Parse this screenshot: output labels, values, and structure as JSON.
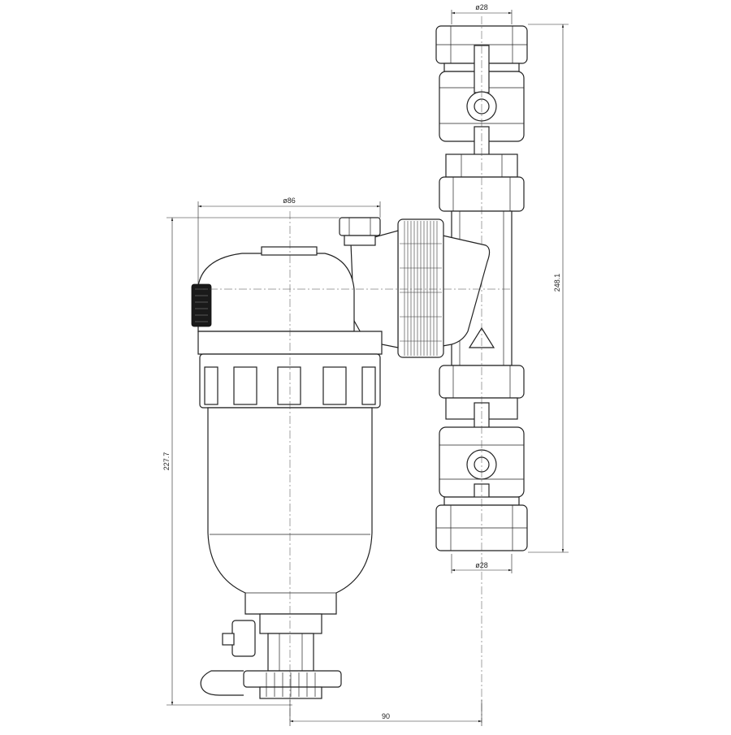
{
  "dimensions": {
    "top_pipe_diameter": "ø28",
    "bottom_pipe_diameter": "ø28",
    "body_diameter": "ø86",
    "total_height": "248.1",
    "filter_height": "227.7",
    "offset_width": "90"
  }
}
